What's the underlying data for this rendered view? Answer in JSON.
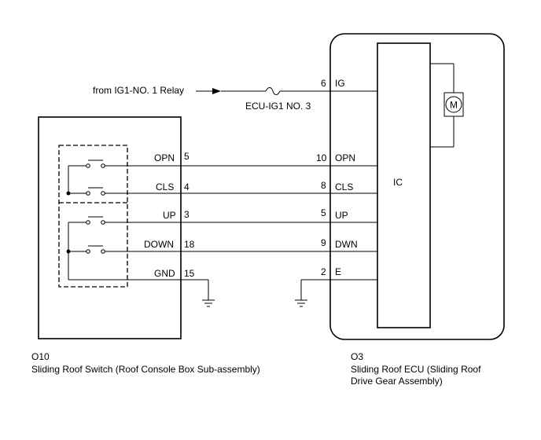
{
  "power": {
    "source_label": "from IG1-NO. 1 Relay",
    "fuse_label": "ECU-IG1 NO. 3",
    "ecu_pin": "6",
    "ecu_signal": "IG"
  },
  "ecu": {
    "ic_label": "IC",
    "motor_label": "M",
    "connector": "O3",
    "name_line1": "Sliding Roof ECU (Sliding Roof",
    "name_line2": "Drive Gear Assembly)"
  },
  "switch": {
    "connector": "O10",
    "name": "Sliding Roof Switch (Roof Console Box Sub-assembly)"
  },
  "wires": [
    {
      "sw_name": "OPN",
      "sw_pin": "5",
      "ecu_pin": "10",
      "ecu_name": "OPN"
    },
    {
      "sw_name": "CLS",
      "sw_pin": "4",
      "ecu_pin": "8",
      "ecu_name": "CLS"
    },
    {
      "sw_name": "UP",
      "sw_pin": "3",
      "ecu_pin": "5",
      "ecu_name": "UP"
    },
    {
      "sw_name": "DOWN",
      "sw_pin": "18",
      "ecu_pin": "9",
      "ecu_name": "DWN"
    },
    {
      "sw_name": "GND",
      "sw_pin": "15",
      "ecu_pin": "2",
      "ecu_name": "E"
    }
  ]
}
